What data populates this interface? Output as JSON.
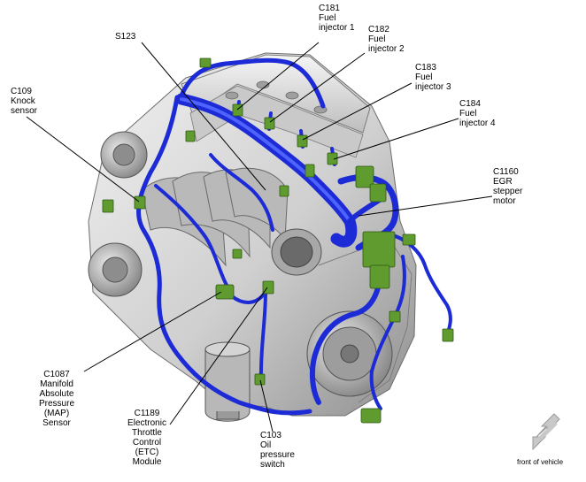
{
  "colors": {
    "harness": "#1c2bd6",
    "harness_highlight": "#4f63ff",
    "connector": "#5f9b2e",
    "engine_body": "#d9d9d9",
    "engine_shade": "#9a9a9a",
    "leader": "#000000",
    "arrow": "#c8c8c8"
  },
  "callouts": [
    {
      "id": "c181",
      "lines": [
        "C181",
        "Fuel",
        "injector 1"
      ]
    },
    {
      "id": "s123",
      "lines": [
        "S123"
      ]
    },
    {
      "id": "c182",
      "lines": [
        "C182",
        "Fuel",
        "injector 2"
      ]
    },
    {
      "id": "c109",
      "lines": [
        "C109",
        "Knock",
        "sensor"
      ]
    },
    {
      "id": "c183",
      "lines": [
        "C183",
        "Fuel",
        "injector 3"
      ]
    },
    {
      "id": "c184",
      "lines": [
        "C184",
        "Fuel",
        "injector 4"
      ]
    },
    {
      "id": "c1160",
      "lines": [
        "C1160",
        "EGR",
        "stepper",
        "motor"
      ]
    },
    {
      "id": "c1087",
      "lines": [
        "C1087",
        "Manifold",
        "Absolute",
        "Pressure",
        "(MAP)",
        "Sensor"
      ]
    },
    {
      "id": "c1189",
      "lines": [
        "C1189",
        "Electronic",
        "Throttle",
        "Control",
        "(ETC)",
        "Module"
      ]
    },
    {
      "id": "c103",
      "lines": [
        "C103",
        "Oil",
        "pressure",
        "switch"
      ]
    }
  ],
  "front_of_vehicle": {
    "label": "front of vehicle",
    "icon": "arrow-icon"
  }
}
